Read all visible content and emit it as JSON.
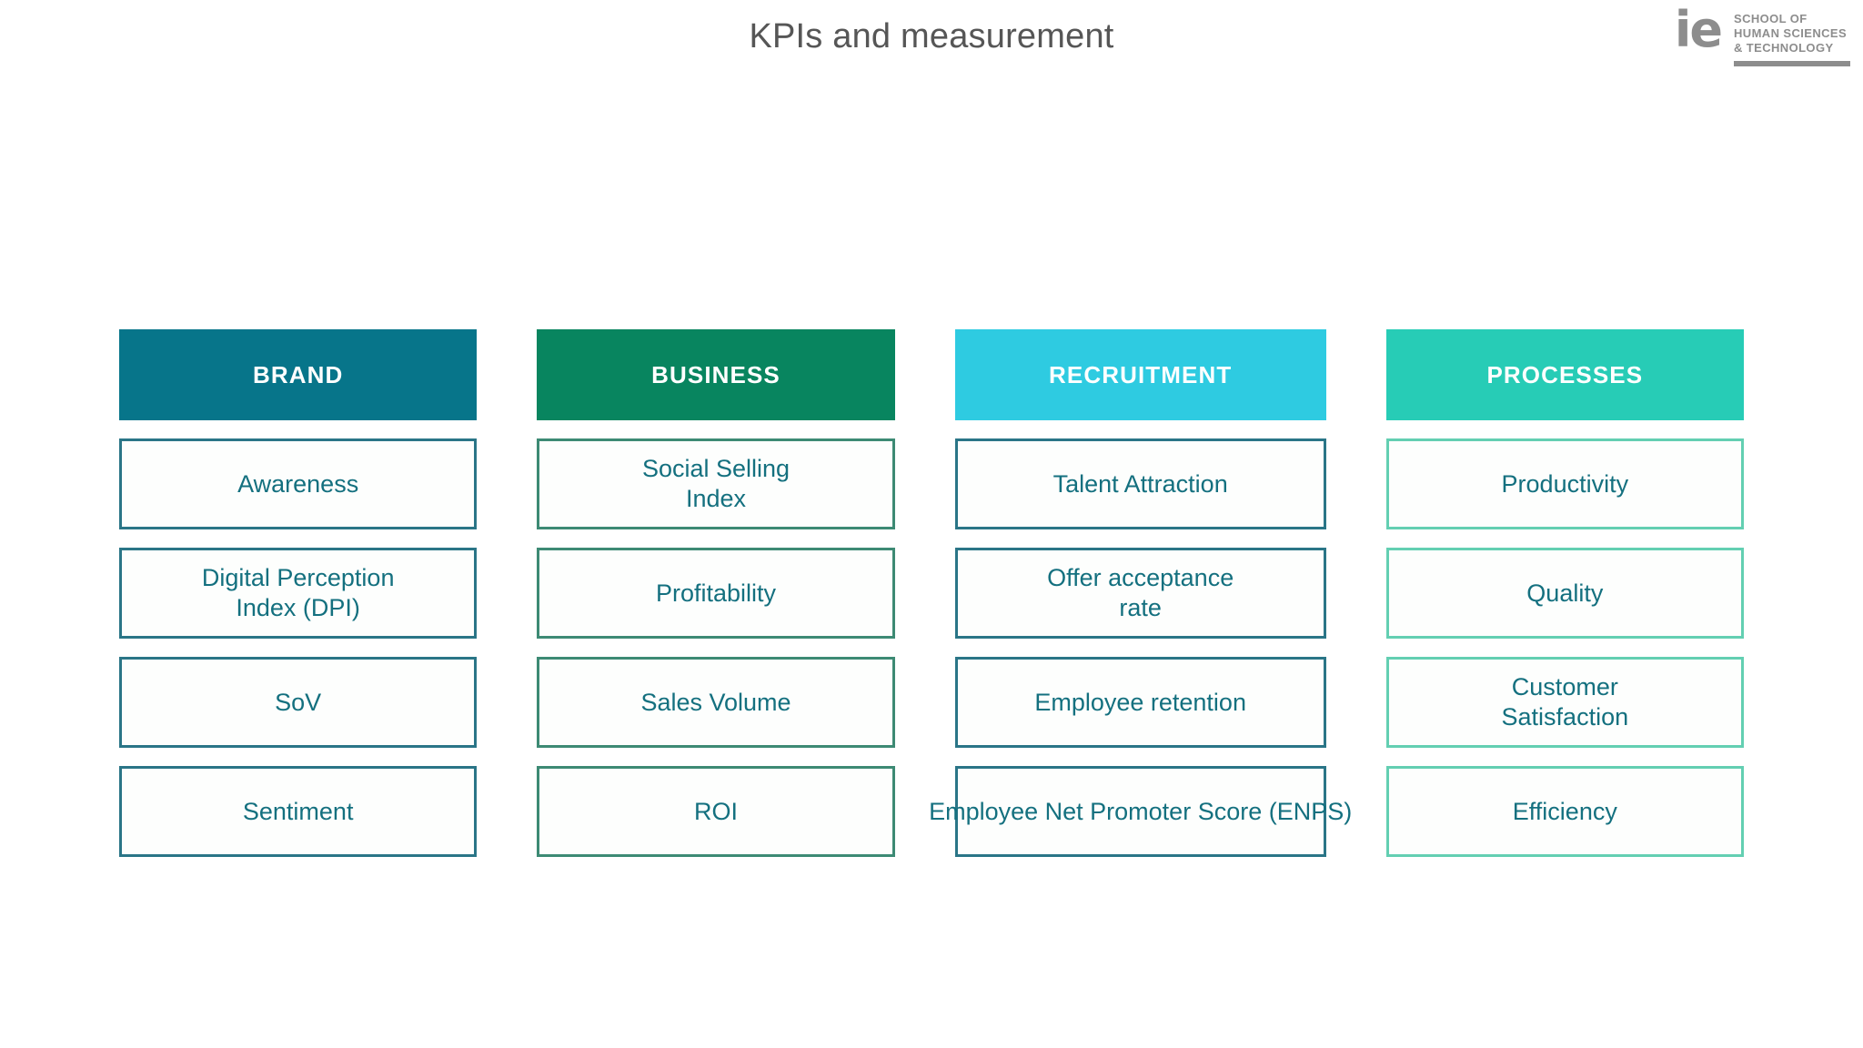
{
  "slide": {
    "title": "KPIs and measurement",
    "background": "#ffffff",
    "title_color": "#565656"
  },
  "logo": {
    "mark": "ie",
    "line1": "SCHOOL OF",
    "line2": "HUMAN SCIENCES",
    "line3": "& TECHNOLOGY",
    "color": "#8d8d8d"
  },
  "columns": [
    {
      "header": "BRAND",
      "header_color": "#07758a",
      "border_color": "#2a7587",
      "text_color": "#14707f",
      "items": [
        "Awareness",
        "Digital Perception\nIndex (DPI)",
        "SoV",
        "Sentiment"
      ]
    },
    {
      "header": "BUSINESS",
      "header_color": "#08855f",
      "border_color": "#3d8a74",
      "text_color": "#14707f",
      "items": [
        "Social Selling\nIndex",
        "Profitability",
        "Sales Volume",
        "ROI"
      ]
    },
    {
      "header": "RECRUITMENT",
      "header_color": "#2ecbe1",
      "border_color": "#2a7587",
      "text_color": "#14707f",
      "items": [
        "Talent Attraction",
        "Offer acceptance\nrate",
        "Employee retention",
        "Employee Net\nPromoter Score (ENPS)"
      ]
    },
    {
      "header": "PROCESSES",
      "header_color": "#27ccb6",
      "border_color": "#63cfb2",
      "text_color": "#14707f",
      "items": [
        "Productivity",
        "Quality",
        "Customer\nSatisfaction",
        "Efficiency"
      ]
    }
  ]
}
